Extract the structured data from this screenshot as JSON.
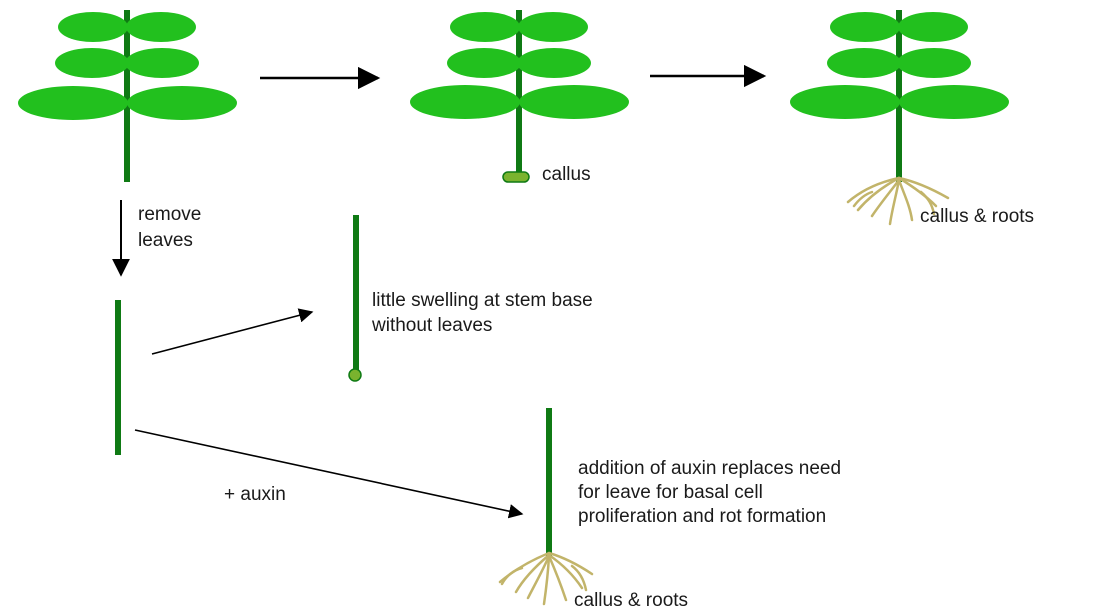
{
  "labels": {
    "callus": "callus",
    "callus_roots_top": "callus & roots",
    "remove_line1": "remove",
    "remove_line2": "leaves",
    "swelling_line1": "little swelling at stem base",
    "swelling_line2": "without leaves",
    "auxin": "+ auxin",
    "auxin_desc_line1": "addition of auxin replaces need",
    "auxin_desc_line2": "for leave for basal cell",
    "auxin_desc_line3": "proliferation and rot formation",
    "callus_roots_bottom": "callus & roots"
  },
  "colors": {
    "leaf": "#22c01e",
    "stem": "#0f7a14",
    "callus": "#7ab32e",
    "roots": "#c2b46a",
    "arrow": "#000000"
  }
}
